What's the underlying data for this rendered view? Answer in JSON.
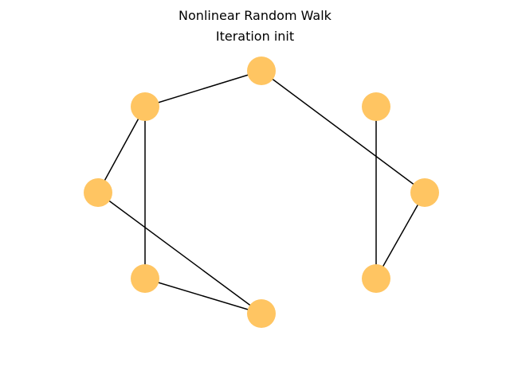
{
  "figure": {
    "title": "Nonlinear Random Walk",
    "subtitle": "Iteration init"
  },
  "graph": {
    "node_color": "#ffc562",
    "edge_color": "#000000",
    "nodes": [
      "n0",
      "n1",
      "n2",
      "n3",
      "n4",
      "n5",
      "n6",
      "n7"
    ],
    "edges": [
      [
        "n0",
        "n1"
      ],
      [
        "n0",
        "n3"
      ],
      [
        "n0",
        "n5"
      ],
      [
        "n1",
        "n4"
      ],
      [
        "n3",
        "n6"
      ],
      [
        "n4",
        "n7"
      ],
      [
        "n5",
        "n6"
      ],
      [
        "n7",
        "n2"
      ]
    ]
  }
}
